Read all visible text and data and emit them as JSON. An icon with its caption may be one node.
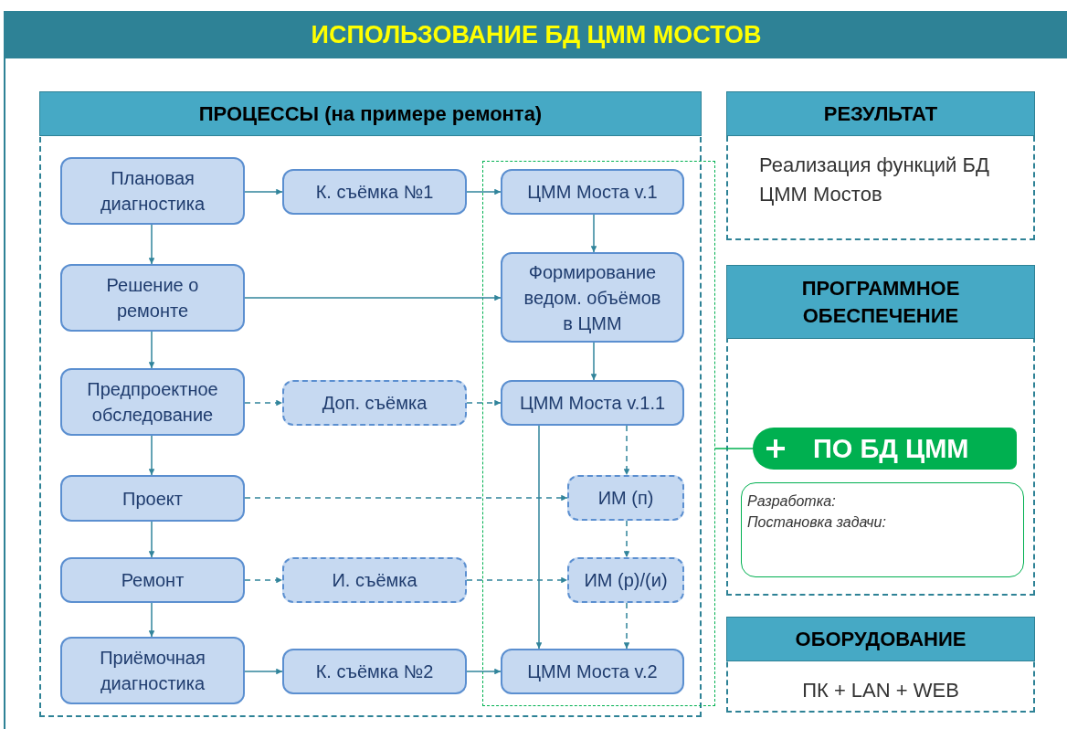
{
  "diagram": {
    "title": "ИСПОЛЬЗОВАНИЕ БД ЦММ МОСТОВ",
    "nodes": [
      {
        "text": [
          "ПРОЦЕССЫ (на примере ремонта)"
        ]
      },
      {
        "text": [
          "Плановая диагностика"
        ],
        "in": 0
      },
      {
        "text": [
          "К. съёмка №1"
        ],
        "in": 0
      },
      {
        "text": [],
        "shape": "box"
      },
      {
        "text": [
          "ЦММ Моста v.1"
        ],
        "in": 3
      },
      {
        "text": [
          "Решение о ремонте"
        ],
        "in": 0
      },
      {
        "text": [
          "Формирование ведом. объёмов в ЦММ"
        ],
        "in": 3
      },
      {
        "text": [
          "Предпроектное обследование"
        ],
        "in": 0
      },
      {
        "text": [
          "Доп. съёмка"
        ],
        "in": 0
      },
      {
        "text": [
          "ЦММ Моста v.1.1"
        ],
        "in": 3
      },
      {
        "text": [
          "Проект"
        ],
        "in": 0
      },
      {
        "text": [
          "ИМ (п)"
        ],
        "in": 3
      },
      {
        "text": [
          "Ремонт"
        ],
        "in": 0
      },
      {
        "text": [
          "И. съёмка"
        ],
        "in": 0
      },
      {
        "text": [
          "ИМ (р)/(и)"
        ],
        "in": 3
      },
      {
        "text": [
          "Приёмочная диагностика"
        ],
        "in": 0
      },
      {
        "text": [
          "К. съёмка №2"
        ],
        "in": 0
      },
      {
        "text": [
          "ЦММ Моста v.2"
        ],
        "in": 3
      },
      {
        "text": [
          "РЕЗУЛЬТАТ",
          "Реализация функций БД ЦММ Мостов"
        ]
      },
      {
        "text": [
          "ПРОГРАММНОЕ ОБЕСПЕЧЕНИЕ"
        ]
      },
      {
        "text": [
          "ПО БД ЦММ"
        ],
        "in": 19
      },
      {
        "text": [
          "Разработка:",
          "Постановка задачи:"
        ],
        "in": 19
      },
      {
        "text": [
          "ОБОРУДОВАНИЕ",
          "ПК + LAN + WEB"
        ]
      }
    ],
    "edges": [
      {
        "from": 1,
        "to": 2,
        "arrow": "to"
      },
      {
        "from": 2,
        "to": 4,
        "arrow": "to"
      },
      {
        "from": 4,
        "to": 6,
        "arrow": "to"
      },
      {
        "from": 5,
        "to": 6,
        "arrow": "to"
      },
      {
        "from": 6,
        "to": 9,
        "arrow": "to"
      },
      {
        "from": 1,
        "to": 5,
        "arrow": "to"
      },
      {
        "from": 5,
        "to": 7,
        "arrow": "to"
      },
      {
        "from": 7,
        "to": 8,
        "arrow": "to",
        "style": "dashed"
      },
      {
        "from": 8,
        "to": 9,
        "arrow": "to",
        "style": "dashed"
      },
      {
        "from": 7,
        "to": 10,
        "arrow": "to"
      },
      {
        "from": 10,
        "to": 11,
        "arrow": "to",
        "style": "dashed"
      },
      {
        "from": 9,
        "to": 11,
        "arrow": "to",
        "style": "dashed"
      },
      {
        "from": 9,
        "to": 17,
        "arrow": "to"
      },
      {
        "from": 11,
        "to": 14,
        "arrow": "to",
        "style": "dashed"
      },
      {
        "from": 10,
        "to": 12,
        "arrow": "to"
      },
      {
        "from": 12,
        "to": 13,
        "arrow": "to",
        "style": "dashed"
      },
      {
        "from": 13,
        "to": 14,
        "arrow": "to",
        "style": "dashed"
      },
      {
        "from": 14,
        "to": 17,
        "arrow": "to",
        "style": "dashed"
      },
      {
        "from": 12,
        "to": 15,
        "arrow": "to"
      },
      {
        "from": 15,
        "to": 16,
        "arrow": "to"
      },
      {
        "from": 16,
        "to": 17,
        "arrow": "to"
      },
      {
        "from": 20,
        "to": 3,
        "arrow": "none",
        "color": "#00b050"
      }
    ]
  }
}
